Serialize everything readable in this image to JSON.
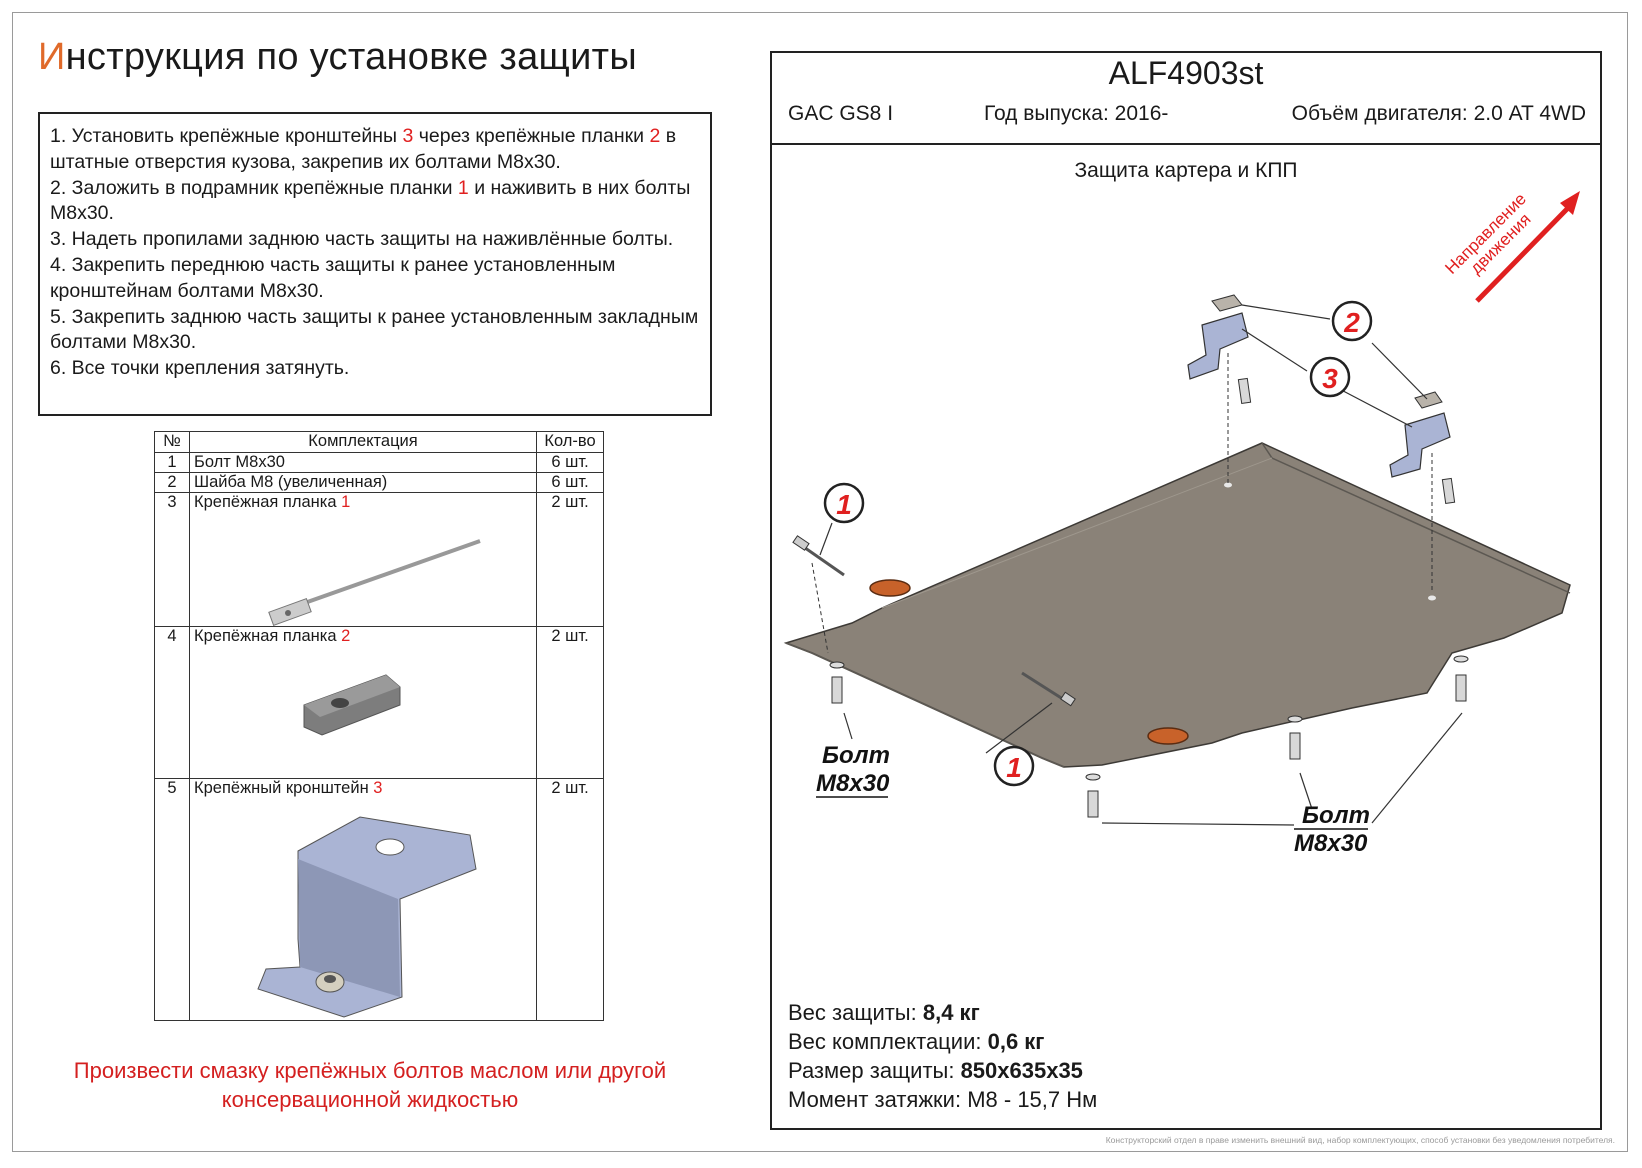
{
  "title": {
    "first_letter": "И",
    "rest": "нструкция по установке защиты"
  },
  "steps": [
    {
      "parts": [
        {
          "t": "1. Установить крепёжные кронштейны "
        },
        {
          "t": "3",
          "red": true
        },
        {
          "t": " через крепёжные планки "
        },
        {
          "t": "2",
          "red": true
        },
        {
          "t": " в штатные отверстия кузова, закрепив их болтами М8х30."
        }
      ]
    },
    {
      "parts": [
        {
          "t": "2. Заложить в подрамник крепёжные планки "
        },
        {
          "t": "1",
          "red": true
        },
        {
          "t": " и наживить в них болты М8х30."
        }
      ]
    },
    {
      "parts": [
        {
          "t": "3. Надеть пропилами заднюю часть защиты на наживлённые болты."
        }
      ]
    },
    {
      "parts": [
        {
          "t": "4. Закрепить переднюю часть защиты к ранее установленным кронштейнам болтами М8х30."
        }
      ]
    },
    {
      "parts": [
        {
          "t": "5. Закрепить заднюю часть защиты к ранее установленным закладным болтами М8х30."
        }
      ]
    },
    {
      "parts": [
        {
          "t": "6. Все точки крепления затянуть."
        }
      ]
    }
  ],
  "parts_table": {
    "headers": {
      "num": "№",
      "name": "Комплектация",
      "qty": "Кол-во"
    },
    "rows": [
      {
        "num": "1",
        "name": "Болт М8х30",
        "ref": "",
        "qty": "6 шт.",
        "image": ""
      },
      {
        "num": "2",
        "name": "Шайба М8 (увеличенная)",
        "ref": "",
        "qty": "6 шт.",
        "image": ""
      },
      {
        "num": "3",
        "name": "Крепёжная планка ",
        "ref": "1",
        "qty": "2 шт.",
        "image": "long-plate"
      },
      {
        "num": "4",
        "name": "Крепёжная планка ",
        "ref": "2",
        "qty": "2 шт.",
        "image": "small-plate"
      },
      {
        "num": "5",
        "name": "Крепёжный кронштейн ",
        "ref": "3",
        "qty": "2 шт.",
        "image": "bracket"
      }
    ]
  },
  "notice": {
    "line1": "Произвести смазку крепёжных болтов маслом или другой",
    "line2": "консервационной жидкостью"
  },
  "card": {
    "code": "ALF4903st",
    "car": "GAC GS8 I",
    "year": "Год выпуска: 2016-",
    "engine": "Объём двигателя: 2.0 AT 4WD",
    "subtitle": "Защита картера и КПП",
    "direction": {
      "line1": "Направление",
      "line2": "движения"
    },
    "callouts": [
      "1",
      "2",
      "3",
      "1"
    ],
    "bolt_labels": [
      {
        "line1": "Болт",
        "line2": "М8х30"
      },
      {
        "line1": "Болт",
        "line2": "М8х30"
      }
    ],
    "specs": [
      {
        "label": "Вес защиты: ",
        "value": "8,4 кг",
        "bold": true
      },
      {
        "label": "Вес комплектации: ",
        "value": "0,6 кг",
        "bold": true
      },
      {
        "label": "Размер защиты: ",
        "value": "850х635х35",
        "bold": true
      },
      {
        "label": "Момент затяжки:  ",
        "value": "М8 - 15,7 Нм",
        "bold": false
      }
    ]
  },
  "disclaimer": "Конструкторский отдел в праве изменить внешний вид, набор комплектующих, способ установки без уведомления потребителя.",
  "colors": {
    "red": "#e02020",
    "title_accent": "#e06a2a",
    "plate": "#8a8278",
    "pad": "#c8622a",
    "bracket": "#aab4d4"
  }
}
